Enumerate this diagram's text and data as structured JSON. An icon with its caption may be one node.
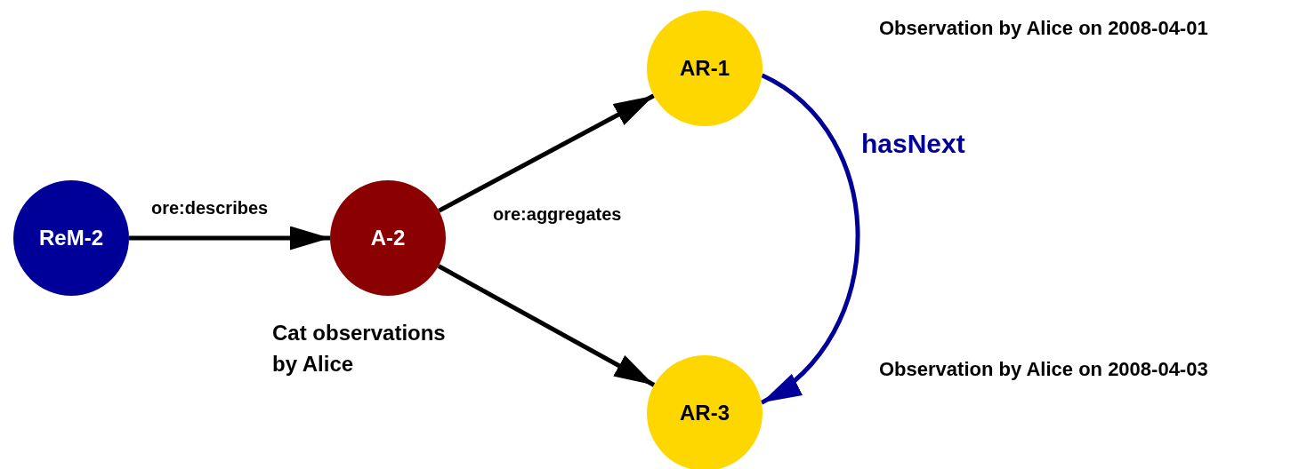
{
  "diagram": {
    "nodes": [
      {
        "text": [
          "ReM-2"
        ]
      },
      {
        "text": [
          "A-2"
        ],
        "beside": [
          "Cat observations by Alice"
        ]
      },
      {
        "text": [
          "AR-1"
        ]
      },
      {
        "text": [
          "AR-3"
        ]
      }
    ],
    "edges": [
      {
        "from": 0,
        "to": 1,
        "arrow": "to",
        "label": "ore:describes"
      },
      {
        "from": 1,
        "to": 2,
        "arrow": "to",
        "label": "ore:aggregates"
      },
      {
        "from": 1,
        "to": 3,
        "arrow": "to"
      },
      {
        "from": 2,
        "to": 3,
        "arrow": "to",
        "label": "hasNext",
        "color": "#000099"
      }
    ],
    "labels": [
      "Observation by Alice on 2008-04-01",
      "Observation by Alice on 2008-04-03"
    ]
  }
}
